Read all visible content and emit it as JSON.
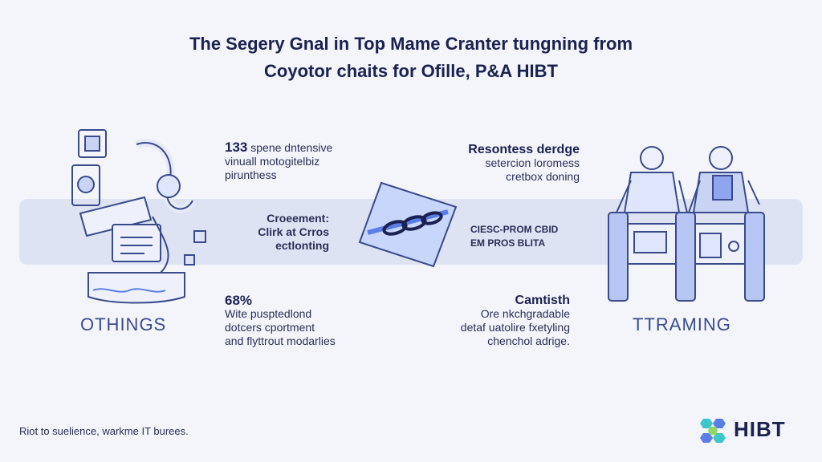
{
  "header": {
    "title_line1": "The Segery Gnal in Top Mame Cranter tungning from",
    "title_line2": "Coyotor chaits for Ofille, P&A HIBT"
  },
  "left_panel": {
    "label": "OTHINGS",
    "icon": "person-machinery-illustration"
  },
  "right_panel": {
    "label": "TTRAMING",
    "icon": "two-workers-illustration"
  },
  "center": {
    "icon": "chain-link-card-icon"
  },
  "blocks": {
    "top_left": {
      "number": "133",
      "line1": "spene dntensive",
      "line2": "vinuall motogitelbiz",
      "line3": "pirunthess"
    },
    "top_right": {
      "heading": "Resontess derdge",
      "line1": "setercion loromess",
      "line2": "cretbox doning"
    },
    "mid_left": {
      "line1": "Croeement:",
      "line2": "Clirk at Crros",
      "line3": "ectlonting"
    },
    "mid_right": {
      "line1": "CIESC-PROM CBID",
      "line2": "EM PROS BLITA"
    },
    "bottom_left": {
      "number": "68%",
      "line1": "Wite pusptedlond",
      "line2": "dotcers cportment",
      "line3": "and flyttrout modarlies"
    },
    "bottom_right": {
      "heading": "Camtisth",
      "line1": "Ore nkchgradable",
      "line2": "detaf uatolire fxetyling",
      "line3": "chenchol adrige."
    }
  },
  "footer": {
    "note": "Riot to suelience, warkme IT burees.",
    "logo_text": "HIBT",
    "logo_icon": "hibt-cube-logo-icon"
  },
  "colors": {
    "background": "#f3f5fb",
    "band": "#dde3f3",
    "accent_blue": "#5b7de8",
    "navy": "#1b2150"
  }
}
